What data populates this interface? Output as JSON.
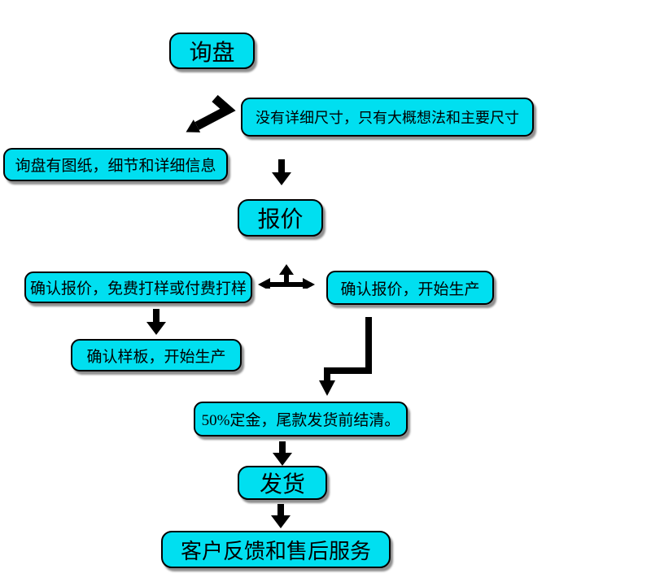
{
  "diagram": {
    "type": "flowchart",
    "language": "zh-CN",
    "nodes": {
      "inquiry": {
        "label": "询盘"
      },
      "no_dimensions": {
        "label": "没有详细尺寸，只有大概想法和主要尺寸"
      },
      "with_drawings": {
        "label": "询盘有图纸，细节和详细信息"
      },
      "quote": {
        "label": "报价"
      },
      "confirm_sample": {
        "label": "确认报价，免费打样或付费打样"
      },
      "confirm_production": {
        "label": "确认报价，开始生产"
      },
      "sample_production": {
        "label": "确认样板，开始生产"
      },
      "deposit": {
        "label": "50%定金，尾款发货前结清。"
      },
      "ship": {
        "label": "发货"
      },
      "feedback": {
        "label": "客户反馈和售后服务"
      }
    },
    "edges": [
      {
        "from": "inquiry",
        "to": "with_drawings",
        "connector": "bent-diagonal-arrow"
      },
      {
        "from": "no_dimensions",
        "to": "quote",
        "connector": "down-arrow"
      },
      {
        "from": "quote",
        "to": "confirm_sample",
        "connector": "three-way-arrow"
      },
      {
        "from": "quote",
        "to": "confirm_production",
        "connector": "three-way-arrow"
      },
      {
        "from": "confirm_sample",
        "to": "sample_production",
        "connector": "down-arrow"
      },
      {
        "from": "confirm_production",
        "to": "deposit",
        "connector": "elbow-arrow"
      },
      {
        "from": "deposit",
        "to": "ship",
        "connector": "down-arrow"
      },
      {
        "from": "ship",
        "to": "feedback",
        "connector": "down-arrow"
      }
    ],
    "colors": {
      "node_fill": "#00dff0",
      "node_border": "#000000",
      "arrow": "#000000",
      "background": "#ffffff",
      "shadow": "#696969"
    }
  }
}
